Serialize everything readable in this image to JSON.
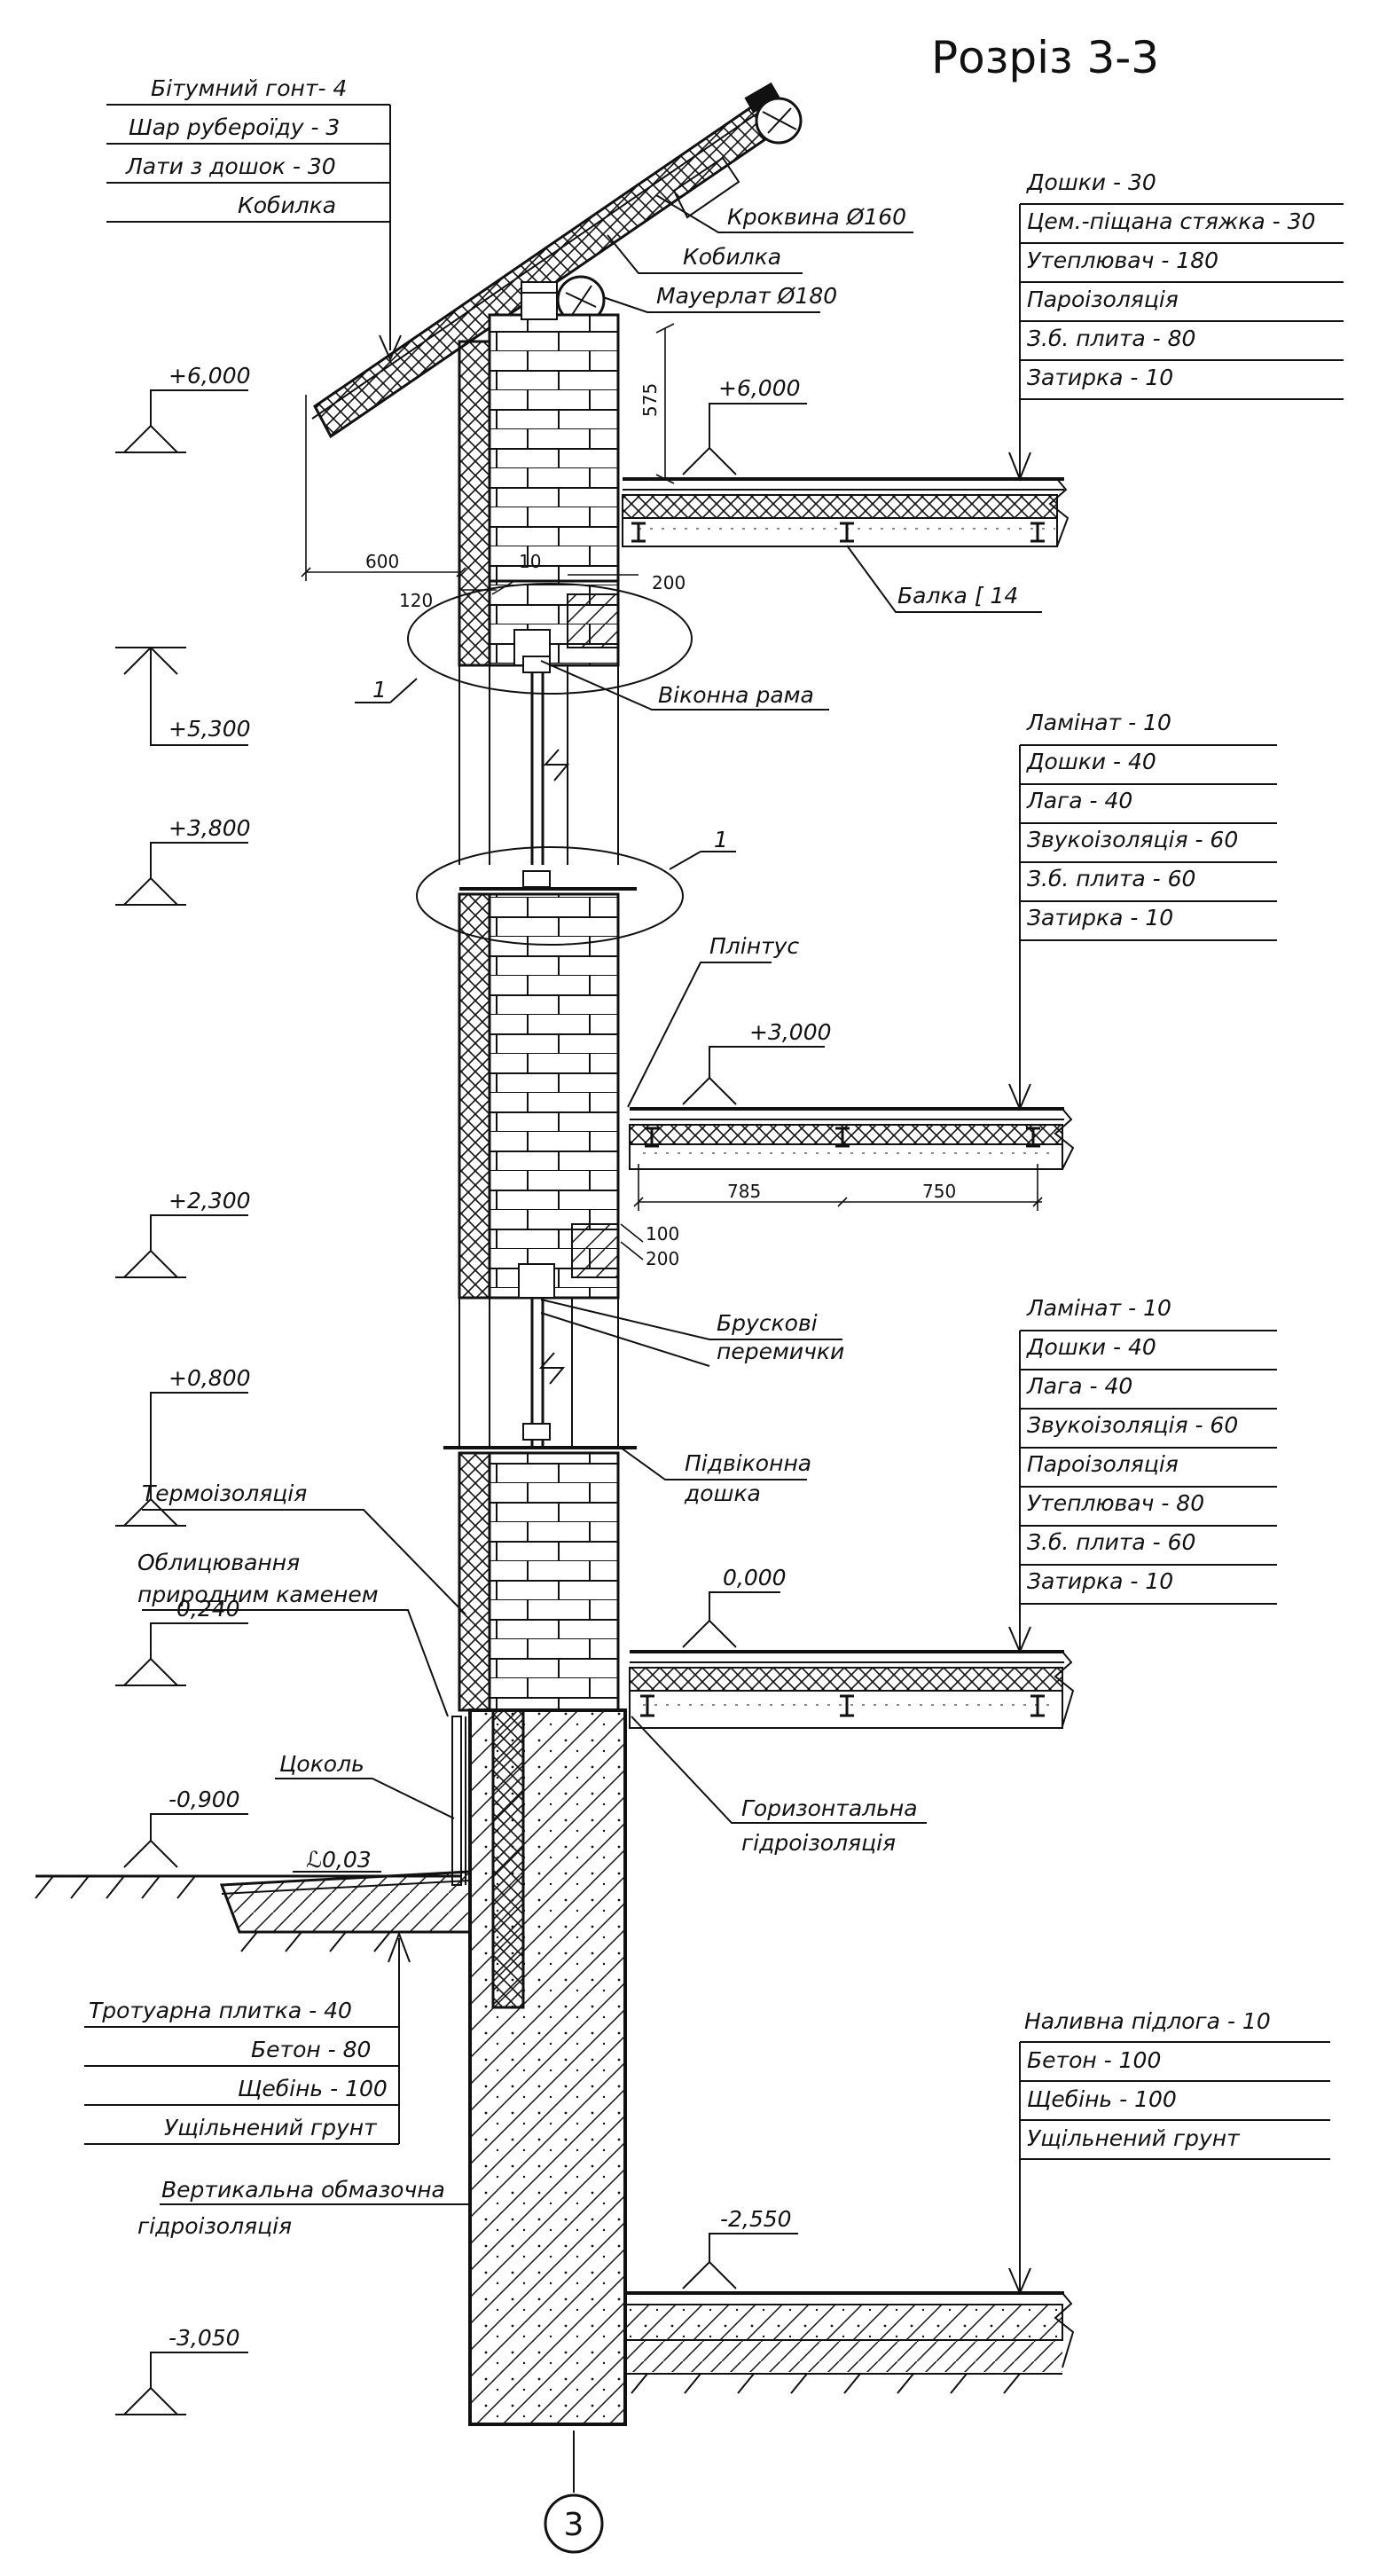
{
  "title": "Розріз 3-3",
  "axis_marker": "3",
  "levels": {
    "l600": "+6,000",
    "l530": "+5,300",
    "l380": "+3,800",
    "l230": "+2,300",
    "l080": "+0,800",
    "m024": "-0,240",
    "m090": "-0,900",
    "m305": "-3,050",
    "f600": "+6,000",
    "f300": "+3,000",
    "f000": "0,000",
    "m255": "-2,550"
  },
  "roof_layers": [
    "Бітумний гонт- 4",
    "Шар рубероїду - 3",
    "Лати з дошок - 30",
    "Кобилка"
  ],
  "roof_labels": {
    "rafter": "Кроквина Ø160",
    "kobylka": "Кобилка",
    "mauerlat": "Мауерлат Ø180"
  },
  "attic_layers": [
    "Дошки - 30",
    "Цем.-піщана стяжка - 30",
    "Утеплювач - 180",
    "Пароізоляція",
    "З.б. плита - 80",
    "Затирка - 10"
  ],
  "floor2_layers": [
    "Ламінат - 10",
    "Дошки - 40",
    "Лага - 40",
    "Звукоізоляція - 60",
    "З.б. плита - 60",
    "Затирка - 10"
  ],
  "floor1_layers": [
    "Ламінат - 10",
    "Дошки - 40",
    "Лага - 40",
    "Звукоізоляція - 60",
    "Пароізоляція",
    "Утеплювач - 80",
    "З.б. плита - 60",
    "Затирка - 10"
  ],
  "basement_layers": [
    "Наливна підлога - 10",
    "Бетон - 100",
    "Щебінь - 100",
    "Ущільнений грунт"
  ],
  "sidewalk_layers": [
    "Тротуарна плитка - 40",
    "Бетон - 80",
    "Щебінь - 100",
    "Ущільнений грунт"
  ],
  "callouts": {
    "beam": "Балка [ 14",
    "window_frame": "Віконна рама",
    "plinth": "Плінтус",
    "lintels_1": "Брускові",
    "lintels_2": "перемички",
    "sill_1": "Підвіконна",
    "sill_2": "дошка",
    "thermal": "Термоізоляція",
    "facing_1": "Облицювання",
    "facing_2": "природним каменем",
    "socle": "Цоколь",
    "hwp_1": "Горизонтальна",
    "hwp_2": "гідроізоляція",
    "vwp_1": "Вертикальна обмазочна",
    "vwp_2": "гідроізоляція",
    "detail_1a": "1",
    "detail_1b": "1",
    "slope": "ℒ0,03"
  },
  "dims": {
    "d600": "600",
    "d10": "10",
    "d120": "120",
    "d200a": "200",
    "d575": "575",
    "d785": "785",
    "d750": "750",
    "d100": "100",
    "d200b": "200"
  },
  "colors": {
    "ink": "#111111",
    "paper": "#ffffff"
  }
}
